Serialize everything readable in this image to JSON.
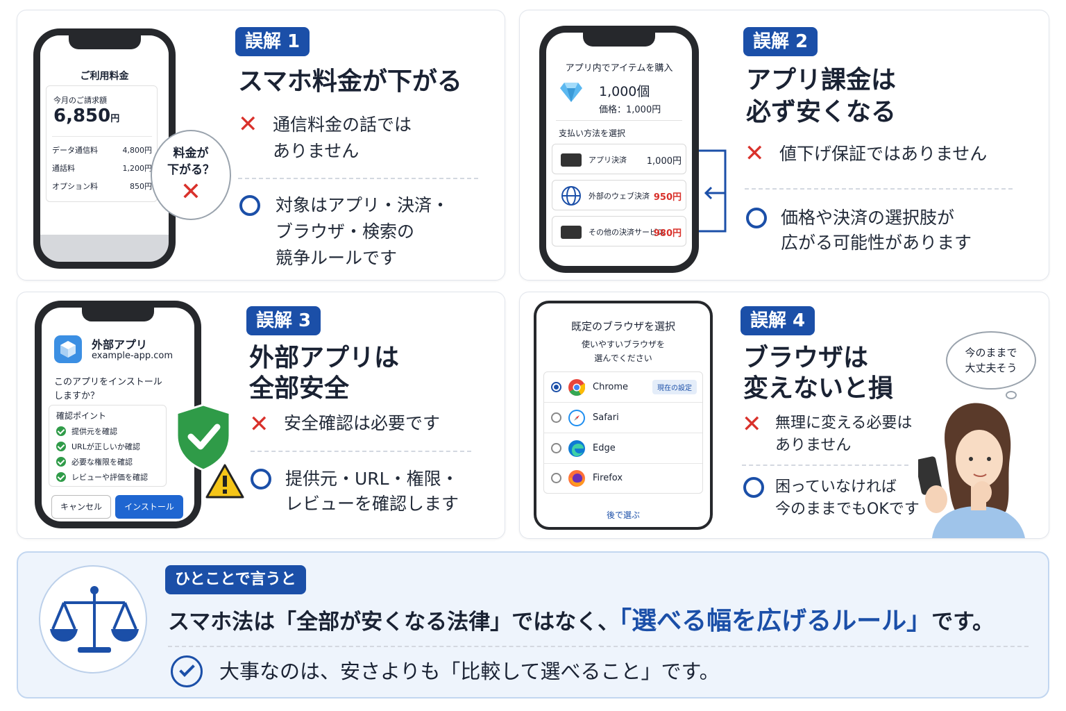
{
  "m1": {
    "tag": "誤解 1",
    "title": "スマホ料金が下がる",
    "x_lines": [
      "通信料金の話では",
      "ありません"
    ],
    "o_lines": [
      "対象はアプリ・決済・",
      "ブラウザ・検索の",
      "競争ルールです"
    ],
    "phone": {
      "header": "ご利用料金",
      "bill_label": "今月のご請求額",
      "amount": "6,850",
      "yen": "円",
      "rows": [
        {
          "label": "データ通信料",
          "value": "4,800円"
        },
        {
          "label": "通話料",
          "value": "1,200円"
        },
        {
          "label": "オプション料",
          "value": "850円"
        }
      ]
    },
    "bubble": [
      "料金が",
      "下がる？"
    ]
  },
  "m2": {
    "tag": "誤解 2",
    "title": [
      "アプリ課金は",
      "必ず安くなる"
    ],
    "x_lines": [
      "値下げ保証ではありません"
    ],
    "o_lines": [
      "価格や決済の選択肢が",
      "広がる可能性があります"
    ],
    "phone": {
      "header": "アプリ内でアイテムを購入",
      "item": "1,000個",
      "price": "価格：1,000円",
      "pay_title": "支払い方法を選択",
      "options": [
        {
          "label": "アプリ決済",
          "price": "1,000円"
        },
        {
          "label": "外部のウェブ決済",
          "price": "950円"
        },
        {
          "label": "その他の決済サービス",
          "price": "980円"
        }
      ]
    },
    "colors": {
      "price_red": "#d9312b"
    }
  },
  "m3": {
    "tag": "誤解 3",
    "title": [
      "外部アプリは",
      "全部安全"
    ],
    "x_lines": [
      "安全確認は必要です"
    ],
    "o_lines": [
      "提供元・URL・権限・",
      "レビューを確認します"
    ],
    "phone": {
      "app_name": "外部アプリ",
      "app_domain": "example-app.com",
      "question": [
        "このアプリをインストール",
        "しますか？"
      ],
      "checks_title": "確認ポイント",
      "checks": [
        "提供元を確認",
        "URLが正しいか確認",
        "必要な権限を確認",
        "レビューや評価を確認"
      ],
      "cancel": "キャンセル",
      "install": "インストール"
    }
  },
  "m4": {
    "tag": "誤解 4",
    "title": [
      "ブラウザは",
      "変えないと損"
    ],
    "x_lines": [
      "無理に変える必要は",
      "ありません"
    ],
    "o_lines": [
      "困っていなければ",
      "今のままでもOKです"
    ],
    "thought": [
      "今のままで",
      "大丈夫そう"
    ],
    "phone": {
      "header": "既定のブラウザを選択",
      "sub": [
        "使いやすいブラウザを",
        "選んでください"
      ],
      "browsers": [
        {
          "name": "Chrome",
          "badge": "現在の設定",
          "selected": true
        },
        {
          "name": "Safari"
        },
        {
          "name": "Edge"
        },
        {
          "name": "Firefox"
        }
      ],
      "later": "後で選ぶ"
    }
  },
  "summary": {
    "tag": "ひとことで言うと",
    "main_before": "スマホ法は「全部が安くなる法律」ではなく、",
    "main_highlight": "「選べる幅を広げるルール」",
    "main_after": "です。",
    "sub": "大事なのは、安さよりも「比較して選べること」です。"
  },
  "colors": {
    "brand_blue": "#1b4fa8",
    "x_red": "#d9312b",
    "check_green": "#2f9b48"
  }
}
